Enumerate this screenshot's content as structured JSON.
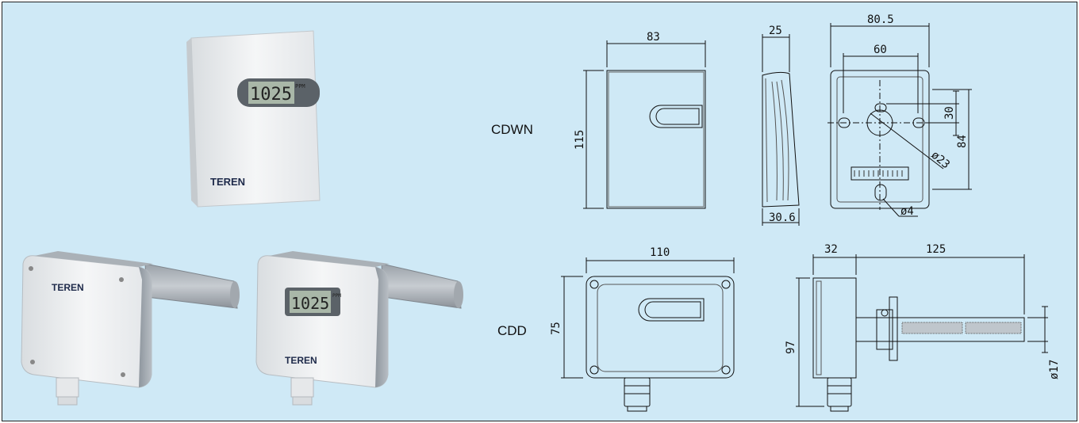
{
  "products": {
    "wall_display": {
      "reading": "1025",
      "unit": "PPM",
      "brand": "TEREN"
    },
    "duct_plain": {
      "brand": "TEREN"
    },
    "duct_display": {
      "reading": "1025",
      "unit": "PPM",
      "brand": "TEREN"
    }
  },
  "models": {
    "cdwn": "CDWN",
    "cdd": "CDD"
  },
  "dimensions": {
    "cdwn": {
      "front_width": "83",
      "height": "115",
      "side_top_depth": "25",
      "side_bottom_depth": "30.6",
      "back_width": "80.5",
      "hole_spacing_h": "60",
      "hole_spacing_v": "30",
      "back_height": "84",
      "center_hole": "ø23",
      "screw_hole": "ø4"
    },
    "cdd": {
      "front_width": "110",
      "height_front": "75",
      "housing_depth": "32",
      "probe_length": "125",
      "height_side": "97",
      "probe_diameter": "ø17"
    }
  }
}
